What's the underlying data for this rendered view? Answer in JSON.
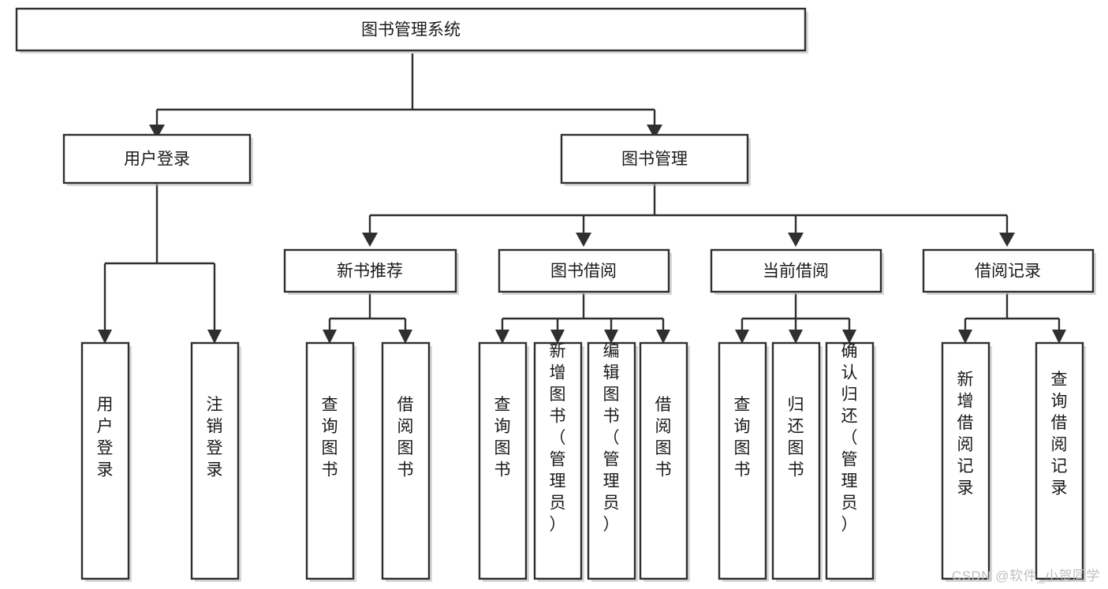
{
  "diagram": {
    "title": "图书管理系统",
    "type": "tree-hierarchy",
    "watermark": "CSDN @软件_小贺同学",
    "colors": {
      "background": "#ffffff",
      "box_stroke": "#2f2f2f",
      "box_fill": "#ffffff",
      "text": "#1a1a1a",
      "watermark": "#bfbfbf"
    },
    "root": {
      "label": "图书管理系统"
    },
    "level1": [
      {
        "label": "用户登录"
      },
      {
        "label": "图书管理"
      }
    ],
    "level2": [
      {
        "label": "新书推荐"
      },
      {
        "label": "图书借阅"
      },
      {
        "label": "当前借阅"
      },
      {
        "label": "借阅记录"
      }
    ],
    "leaves": {
      "user_login": [
        {
          "label": "用户登录"
        },
        {
          "label": "注销登录"
        }
      ],
      "new_book_recommend": [
        {
          "label": "查询图书"
        },
        {
          "label": "借阅图书"
        }
      ],
      "book_borrow": [
        {
          "label": "查询图书"
        },
        {
          "label": "新增图书（管理员）"
        },
        {
          "label": "编辑图书（管理员）"
        },
        {
          "label": "借阅图书"
        }
      ],
      "current_borrow": [
        {
          "label": "查询图书"
        },
        {
          "label": "归还图书"
        },
        {
          "label": "确认归还（管理员）"
        }
      ],
      "borrow_record": [
        {
          "label": "新增借阅记录"
        },
        {
          "label": "查询借阅记录"
        }
      ]
    }
  }
}
